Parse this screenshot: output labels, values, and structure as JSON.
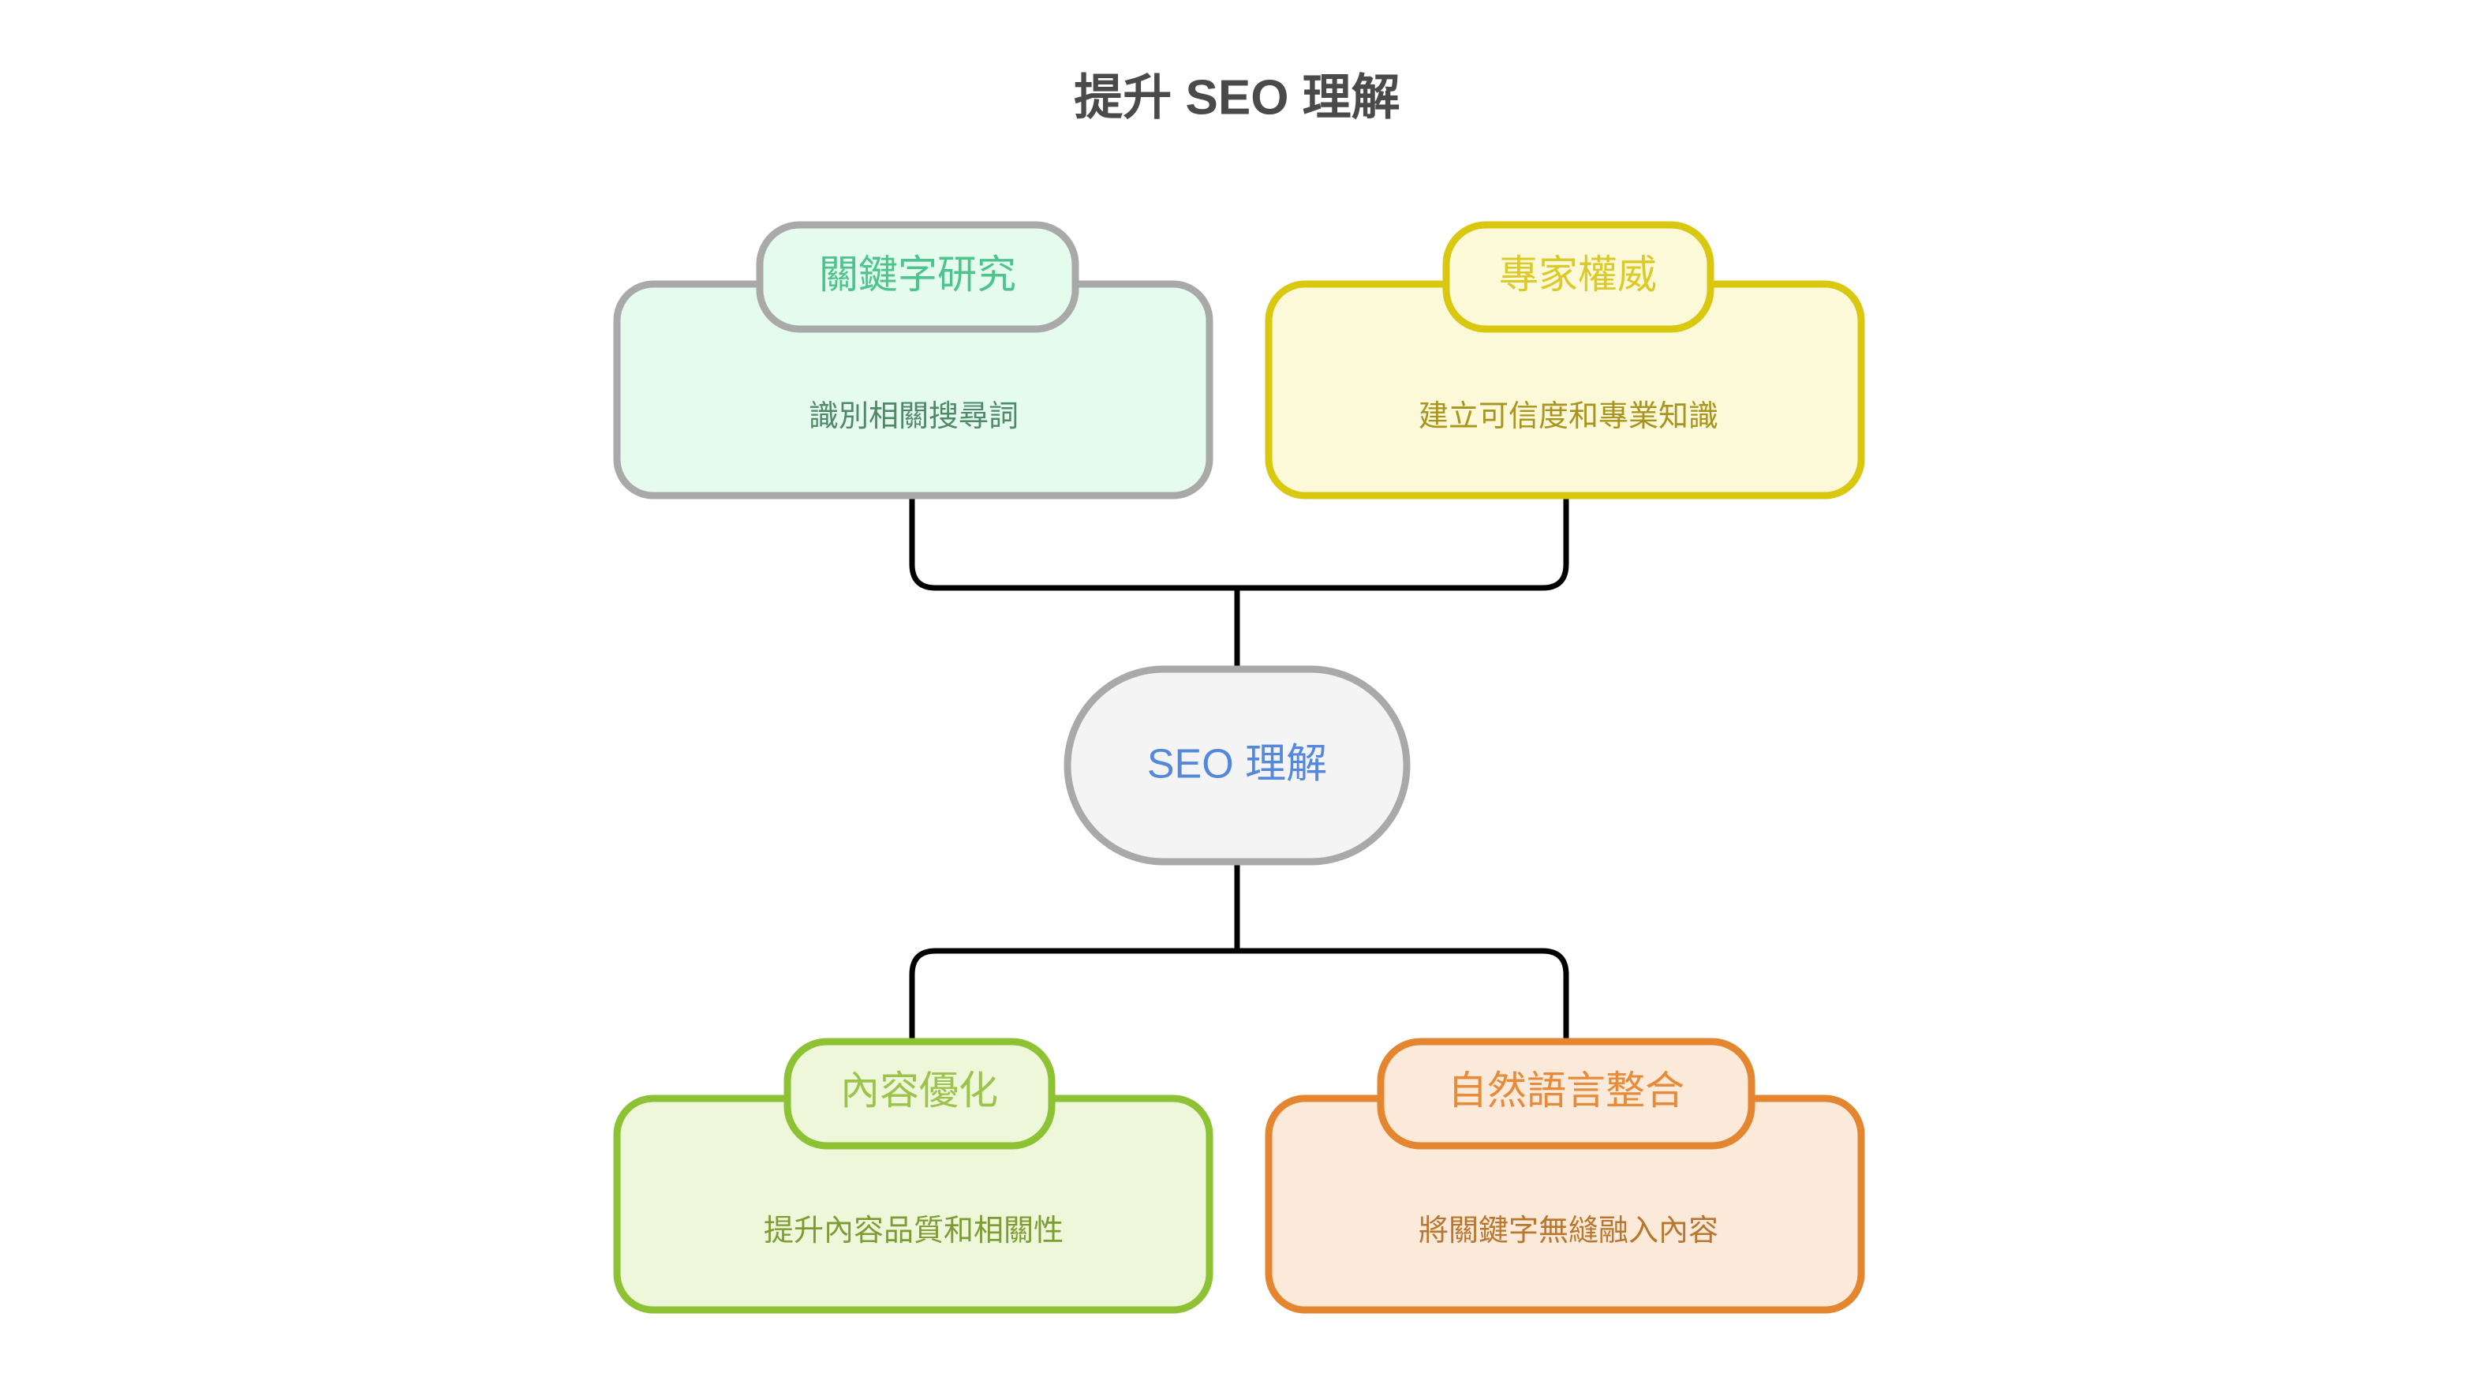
{
  "page": {
    "title": "提升 SEO 理解",
    "title_color": "#4a4a4a",
    "background": "#ffffff"
  },
  "diagram": {
    "type": "flowchart",
    "orientation": "center-out",
    "center_node": {
      "id": "seo-understanding",
      "label": "SEO 理解",
      "text_color": "#5588dd",
      "fill": "#f4f4f4",
      "border": "#a9a9a9",
      "shape": "pill"
    },
    "nodes": [
      {
        "id": "keyword-research",
        "position": "top-left",
        "title": "關鍵字研究",
        "description": "識別相關搜尋詞",
        "border": "#a9a9a9",
        "fill": "#e4fbee",
        "title_color": "#4dc48b",
        "desc_color": "#4e8968"
      },
      {
        "id": "expert-authority",
        "position": "top-right",
        "title": "專家權威",
        "description": "建立可信度和專業知識",
        "border": "#d9c80f",
        "fill": "#fcf9d8",
        "title_color": "#dcca2a",
        "desc_color": "#a8941e"
      },
      {
        "id": "content-optimization",
        "position": "bottom-left",
        "title": "內容優化",
        "description": "提升內容品質和相關性",
        "border": "#8cc234",
        "fill": "#eef7d9",
        "title_color": "#9cc34c",
        "desc_color": "#7d9c33"
      },
      {
        "id": "natural-language-integration",
        "position": "bottom-right",
        "title": "自然語言整合",
        "description": "將關鍵字無縫融入內容",
        "border": "#e3862f",
        "fill": "#fbeada",
        "title_color": "#e58b3a",
        "desc_color": "#b9762e"
      }
    ],
    "edges": [
      {
        "from": "keyword-research",
        "to": "seo-understanding",
        "style": "orthogonal",
        "color": "#000000"
      },
      {
        "from": "expert-authority",
        "to": "seo-understanding",
        "style": "orthogonal",
        "color": "#000000"
      },
      {
        "from": "seo-understanding",
        "to": "content-optimization",
        "style": "orthogonal",
        "color": "#000000"
      },
      {
        "from": "seo-understanding",
        "to": "natural-language-integration",
        "style": "orthogonal",
        "color": "#000000"
      }
    ]
  }
}
